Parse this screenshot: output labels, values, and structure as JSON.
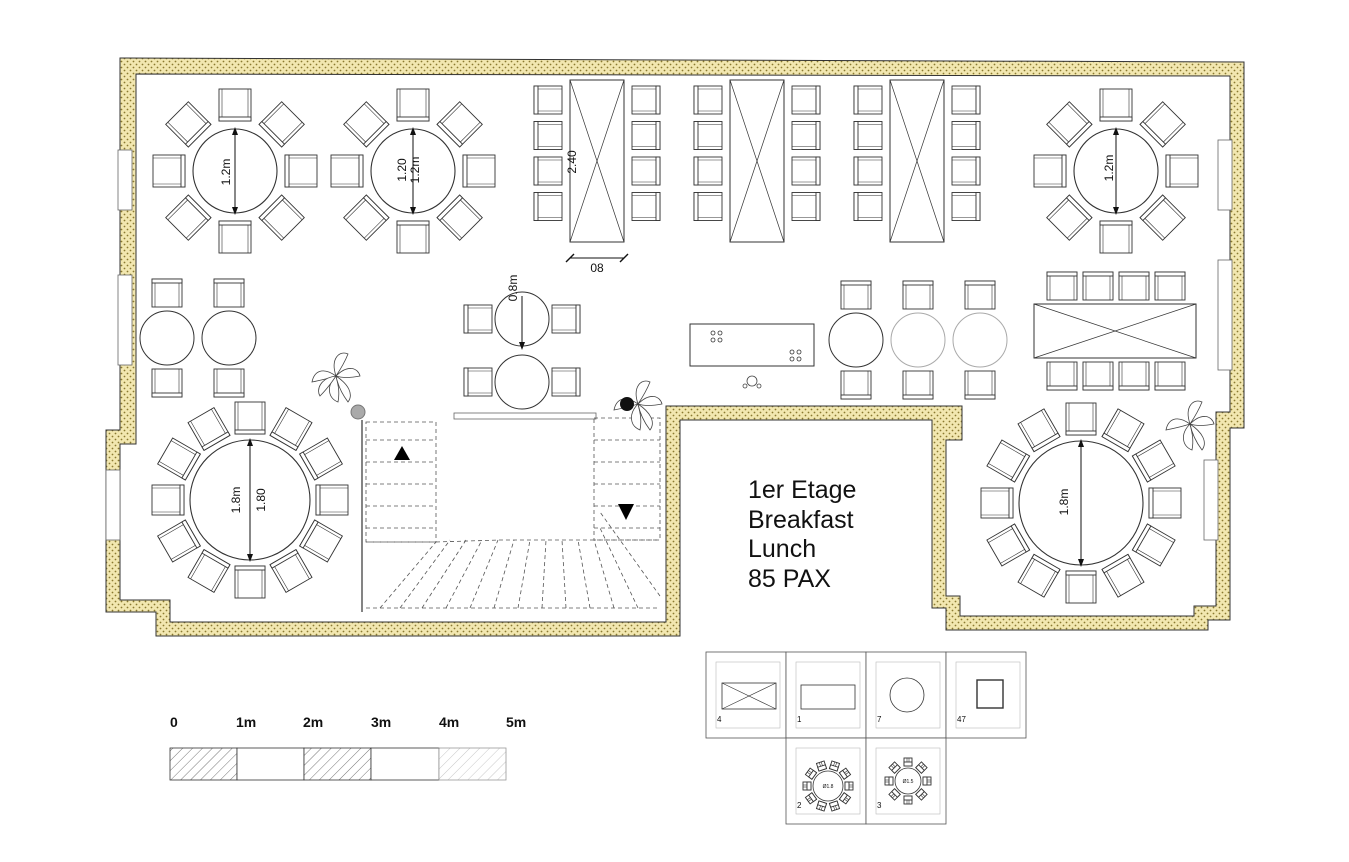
{
  "plan": {
    "title_lines": [
      "1er Etage",
      "Breakfast",
      "Lunch",
      "85 PAX"
    ]
  },
  "dimensions": {
    "round_small": "1.2m",
    "round_small_alt": "1.20",
    "round_large": "1.8m",
    "round_large_alt": "1.80",
    "round_tiny": "0.8m",
    "table_length": "2.40",
    "table_width": "08"
  },
  "scale_bar": {
    "labels": [
      "0",
      "1m",
      "2m",
      "3m",
      "4m",
      "5m"
    ]
  },
  "legend": {
    "counts": {
      "rect_table_x": "4",
      "rect_table": "1",
      "round_table": "7",
      "chair": "47",
      "large_round_set": "2",
      "small_round_set": "3"
    },
    "inner_labels": [
      "Ø1.8",
      "Ø1.5"
    ]
  },
  "colors": {
    "wall_fill": "#f2e7b0",
    "wall_dot": "#8a7a30",
    "line": "#222222",
    "plant": "#444444",
    "pin_dark": "#111111",
    "pin_grey": "#aaaaaa"
  },
  "icons": [
    "plant-icon",
    "arrow-up-icon",
    "arrow-down-icon",
    "stove-icon",
    "column-marker-icon"
  ]
}
